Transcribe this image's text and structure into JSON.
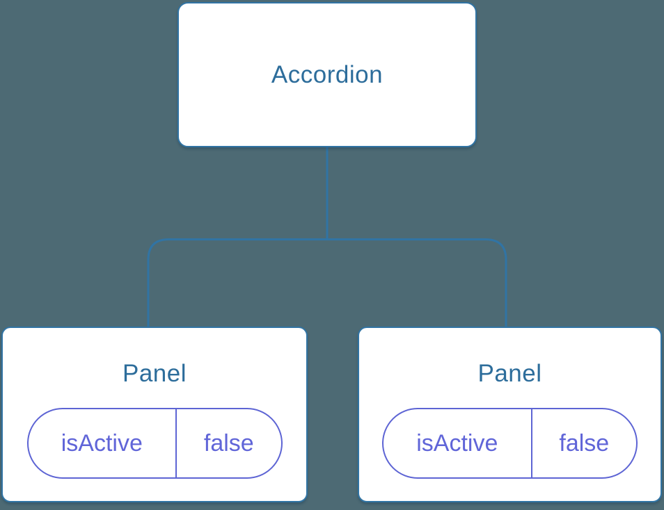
{
  "colors": {
    "background": "#4d6a74",
    "stroke": "#3174a4",
    "node_fill": "#ffffff",
    "title": "#2d6d9b",
    "prop_border": "#5d64d4",
    "prop_text": "#6065d8"
  },
  "tree": {
    "root": {
      "label": "Accordion"
    },
    "children": [
      {
        "label": "Panel",
        "prop": {
          "name": "isActive",
          "value": "false"
        }
      },
      {
        "label": "Panel",
        "prop": {
          "name": "isActive",
          "value": "false"
        }
      }
    ]
  }
}
